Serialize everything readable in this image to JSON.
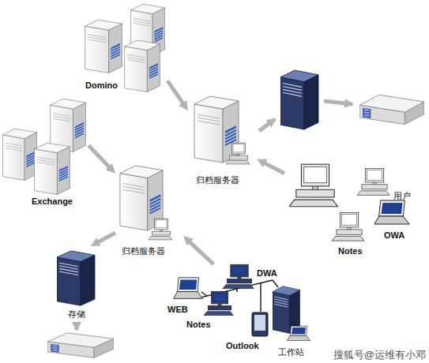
{
  "diagram": {
    "nodes": [
      {
        "text": [
          "Domino"
        ]
      },
      {
        "text": [
          "归档服务器"
        ]
      },
      {
        "text": [
          "Exchange"
        ]
      },
      {
        "text": [
          "归档服务器"
        ]
      },
      {
        "text": [
          "存储"
        ]
      },
      {
        "text": [
          "用户",
          "OWA",
          "Notes"
        ]
      },
      {
        "text": [
          "DWA",
          "WEB",
          "Notes",
          "Outlook",
          "工作站"
        ]
      }
    ],
    "edges": [
      {
        "from": 0,
        "to": 1,
        "arrow": "to"
      },
      {
        "from": 2,
        "to": 3,
        "arrow": "to"
      },
      {
        "from": 5,
        "to": 1,
        "arrow": "to"
      },
      {
        "from": 6,
        "to": 3,
        "arrow": "to"
      },
      {
        "from": 3,
        "to": 4,
        "arrow": "to"
      }
    ],
    "labels": [
      "搜狐号@运维有小邓"
    ]
  }
}
